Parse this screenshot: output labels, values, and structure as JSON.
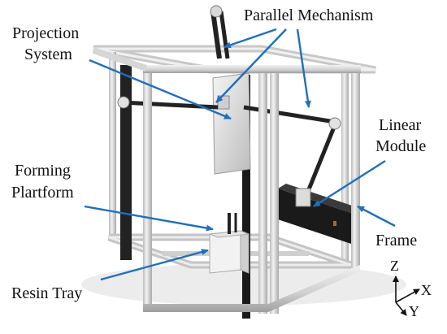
{
  "labels": {
    "parallel_mechanism": "Parallel Mechanism",
    "projection_line1": "Projection",
    "projection_line2": "System",
    "linear_line1": "Linear",
    "linear_line2": "Module",
    "forming_line1": "Forming",
    "forming_line2": "Plartform",
    "frame": "Frame",
    "resin_tray": "Resin Tray"
  },
  "axes": {
    "z": "Z",
    "x": "X",
    "y": "Y"
  },
  "colors": {
    "arrow": "#1f6fbf",
    "frame_light": "#e2e2e2",
    "frame_dark": "#9a9a9a",
    "module": "#1e1e1e",
    "background": "#ffffff"
  }
}
